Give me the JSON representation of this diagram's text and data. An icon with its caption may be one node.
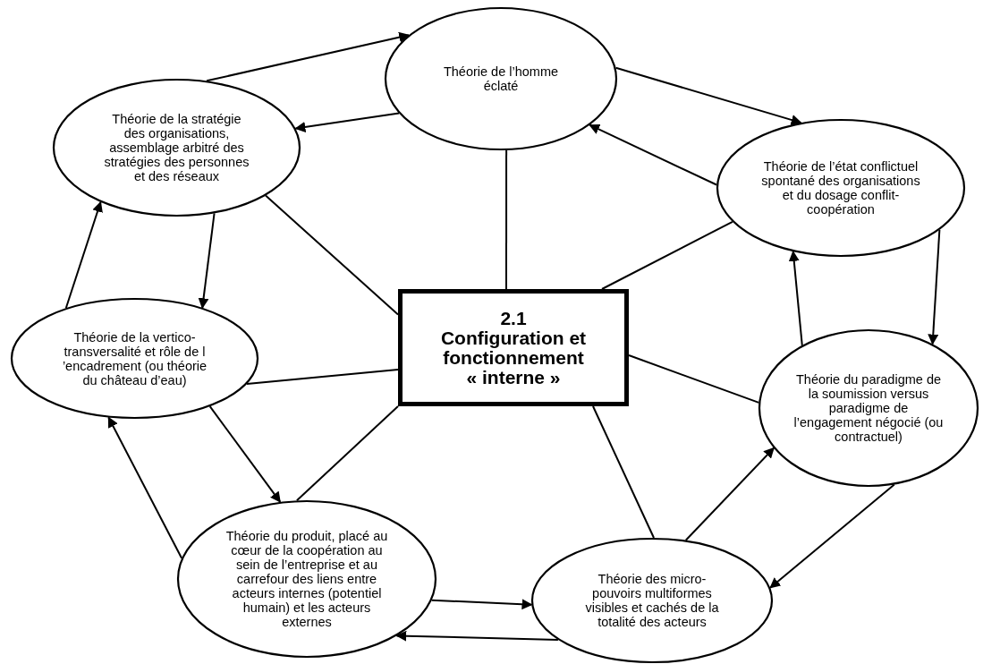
{
  "diagram": {
    "nodes": [
      {
        "text": [
          "2.1 Configuration et fonctionnement « interne »"
        ]
      },
      {
        "text": [
          "Théorie de l’homme éclaté"
        ]
      },
      {
        "text": [
          "Théorie de la stratégie des organisations, assemblage arbitré des stratégies des personnes et des réseaux"
        ]
      },
      {
        "text": [
          "Théorie de l’état conflictuel spontané des organisations et du dosage conflit-coopération"
        ]
      },
      {
        "text": [
          "Théorie de la vertico-transversalité et rôle de l ’encadrement (ou théorie du château d’eau)"
        ]
      },
      {
        "text": [
          "Théorie du paradigme de la soumission versus paradigme de l’engagement négocié (ou contractuel)"
        ]
      },
      {
        "text": [
          "Théorie du produit, placé au cœur de la coopération au sein de l’entreprise et au carrefour des liens entre acteurs internes (potentiel humain) et les acteurs externes"
        ]
      },
      {
        "text": [
          "Théorie des micro-pouvoirs multiformes visibles et cachés de la totalité des acteurs"
        ]
      }
    ],
    "edges": [
      {
        "from": 0,
        "to": 1,
        "arrow": "none"
      },
      {
        "from": 0,
        "to": 2,
        "arrow": "none"
      },
      {
        "from": 0,
        "to": 3,
        "arrow": "none"
      },
      {
        "from": 0,
        "to": 4,
        "arrow": "none"
      },
      {
        "from": 0,
        "to": 5,
        "arrow": "none"
      },
      {
        "from": 0,
        "to": 6,
        "arrow": "none"
      },
      {
        "from": 0,
        "to": 7,
        "arrow": "none"
      },
      {
        "from": 2,
        "to": 1,
        "arrow": "to"
      },
      {
        "from": 1,
        "to": 2,
        "arrow": "to"
      },
      {
        "from": 1,
        "to": 3,
        "arrow": "to"
      },
      {
        "from": 3,
        "to": 1,
        "arrow": "to"
      },
      {
        "from": 3,
        "to": 5,
        "arrow": "to"
      },
      {
        "from": 5,
        "to": 3,
        "arrow": "to"
      },
      {
        "from": 5,
        "to": 7,
        "arrow": "to"
      },
      {
        "from": 7,
        "to": 5,
        "arrow": "to"
      },
      {
        "from": 7,
        "to": 6,
        "arrow": "to"
      },
      {
        "from": 6,
        "to": 7,
        "arrow": "to"
      },
      {
        "from": 6,
        "to": 4,
        "arrow": "to"
      },
      {
        "from": 4,
        "to": 6,
        "arrow": "to"
      },
      {
        "from": 4,
        "to": 2,
        "arrow": "to"
      },
      {
        "from": 2,
        "to": 4,
        "arrow": "to"
      }
    ]
  }
}
